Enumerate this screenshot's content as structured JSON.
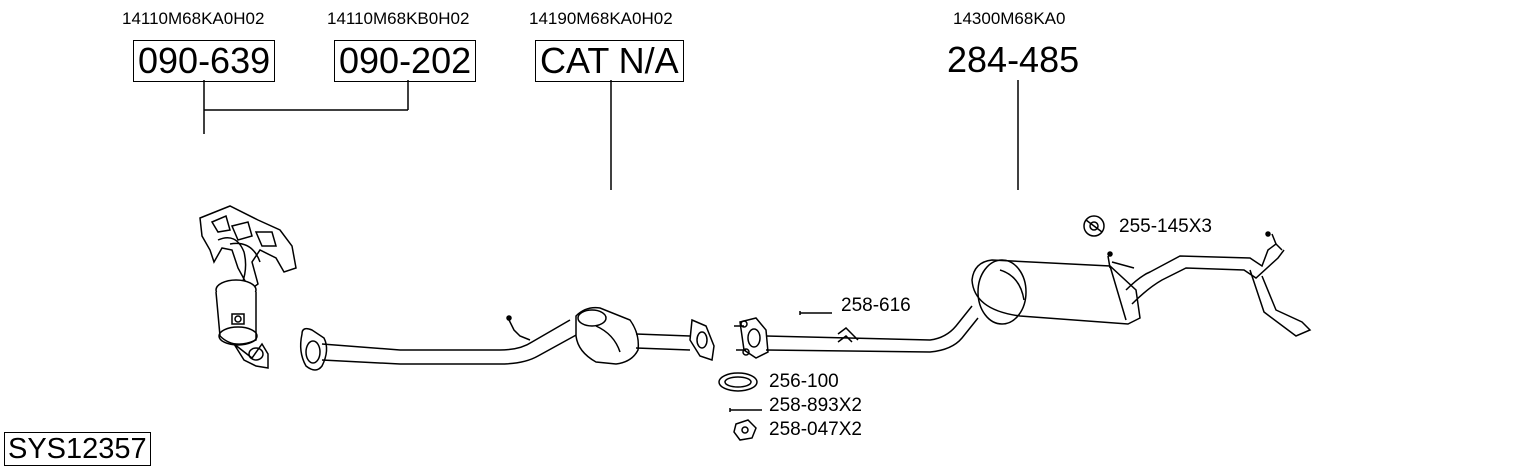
{
  "groups": [
    {
      "oem": "14110M68KA0H02",
      "part": "090-639"
    },
    {
      "oem": "14110M68KB0H02",
      "part": "090-202"
    },
    {
      "oem": "14190M68KA0H02",
      "part": "CAT N/A"
    },
    {
      "oem": "14300M68KA0",
      "part": "284-485"
    }
  ],
  "hardware": {
    "hanger_rubber": "255-145X3",
    "bolt_pipe": "258-616",
    "gasket": "256-100",
    "bolt": "258-893X2",
    "nut": "258-047X2"
  },
  "system_code": "SYS12357",
  "icons": [
    "manifold-catalyst",
    "front-pipe",
    "catalytic-converter",
    "flange",
    "centre-pipe",
    "silencer",
    "tail-pipe",
    "rubber-hanger-icon",
    "gasket-ring-icon",
    "bolt-icon",
    "nut-icon"
  ]
}
